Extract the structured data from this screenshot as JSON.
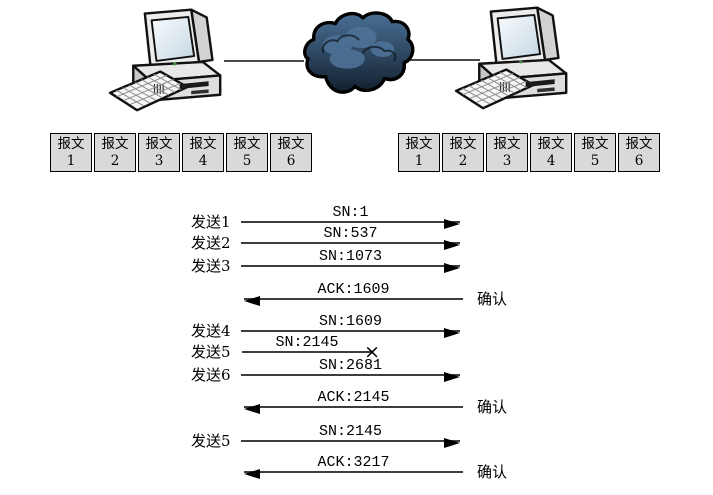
{
  "colors": {
    "packet_fill": "#d9d9d9",
    "arrow_line": "#3d3d3d",
    "arrowhead": "#000000",
    "cloud_top": "#4a7094",
    "cloud_bottom": "#132030"
  },
  "icons": {
    "left_host": "computer-icon",
    "cloud": "network-cloud-icon",
    "right_host": "computer-icon"
  },
  "packets": {
    "sender": [
      {
        "title": "报文",
        "num": "1"
      },
      {
        "title": "报文",
        "num": "2"
      },
      {
        "title": "报文",
        "num": "3"
      },
      {
        "title": "报文",
        "num": "4"
      },
      {
        "title": "报文",
        "num": "5"
      },
      {
        "title": "报文",
        "num": "6"
      }
    ],
    "receiver": [
      {
        "title": "报文",
        "num": "1"
      },
      {
        "title": "报文",
        "num": "2"
      },
      {
        "title": "报文",
        "num": "3"
      },
      {
        "title": "报文",
        "num": "4"
      },
      {
        "title": "报文",
        "num": "5"
      },
      {
        "title": "报文",
        "num": "6"
      }
    ]
  },
  "sequence": {
    "lost_marker": "×",
    "rows": [
      {
        "left_label": "发送1",
        "message": "SN:1",
        "direction": "right"
      },
      {
        "left_label": "发送2",
        "message": "SN:537",
        "direction": "right"
      },
      {
        "left_label": "发送3",
        "message": "SN:1073",
        "direction": "right"
      },
      {
        "message": "ACK:1609",
        "direction": "left",
        "right_label": "确认"
      },
      {
        "left_label": "发送4",
        "message": "SN:1609",
        "direction": "right"
      },
      {
        "left_label": "发送5",
        "message": "SN:2145",
        "direction": "right",
        "lost": true
      },
      {
        "left_label": "发送6",
        "message": "SN:2681",
        "direction": "right"
      },
      {
        "message": "ACK:2145",
        "direction": "left",
        "right_label": "确认"
      },
      {
        "left_label": "发送5",
        "message": "SN:2145",
        "direction": "right"
      },
      {
        "message": "ACK:3217",
        "direction": "left",
        "right_label": "确认"
      }
    ]
  }
}
